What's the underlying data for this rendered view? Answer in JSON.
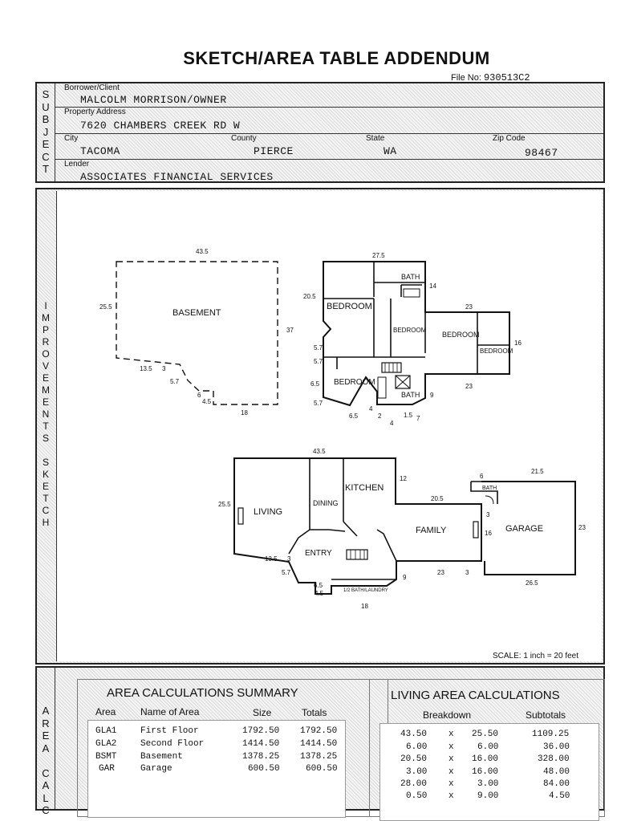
{
  "header": {
    "title": "SKETCH/AREA TABLE ADDENDUM",
    "file_no_label": "File No:",
    "file_no": "930513C2"
  },
  "subject": {
    "side_label": "S\nU\nB\nJ\nE\nC\nT",
    "borrower_label": "Borrower/Client",
    "borrower": "MALCOLM MORRISON/OWNER",
    "address_label": "Property Address",
    "address": "7620 CHAMBERS CREEK RD W",
    "city_label": "City",
    "city": "TACOMA",
    "county_label": "County",
    "county": "PIERCE",
    "state_label": "State",
    "state": "WA",
    "zip_label": "Zip Code",
    "zip": "98467",
    "lender_label": "Lender",
    "lender": "ASSOCIATES FINANCIAL SERVICES"
  },
  "sketch": {
    "side_label": "I\nM\nP\nR\nO\nV\nE\nM\nE\nN\nT\nS\n \nS\nK\nE\nT\nC\nH",
    "scale": "SCALE: 1 inch = 20 feet",
    "basement": {
      "name": "BASEMENT",
      "dims": [
        "43.5",
        "25.5",
        "37",
        "13.5",
        "3",
        "5.7",
        "6",
        "4.5",
        "18"
      ]
    },
    "second_floor": {
      "rooms": [
        "BATH",
        "BEDROOM",
        "BEDROOM",
        "BEDROOM",
        "BEDROOM",
        "BEDROOM",
        "BATH"
      ],
      "dims": [
        "27.5",
        "14",
        "20.5",
        "23",
        "16",
        "23",
        "5.7",
        "5.7",
        "6.5",
        "5.7",
        "9",
        "6.5",
        "4",
        "2",
        "1.5",
        "7",
        "4"
      ]
    },
    "first_floor": {
      "rooms": [
        "LIVING",
        "DINING",
        "KITCHEN",
        "FAMILY",
        "ENTRY",
        "1/2 BATH/LAUNDRY"
      ],
      "dims": [
        "43.5",
        "12",
        "20.5",
        "25.5",
        "13.5",
        "3",
        "5.7",
        "6.5",
        "4.5",
        "18",
        "9",
        "23",
        "3",
        "16",
        "3"
      ]
    },
    "garage": {
      "rooms": [
        "GARAGE",
        "BATH"
      ],
      "dims": [
        "6",
        "21.5",
        "23",
        "26.5",
        "16"
      ]
    }
  },
  "area_calc": {
    "side_label": "A\nR\nE\nA\n \nC\nA\nL\nC",
    "summary_title": "AREA CALCULATIONS SUMMARY",
    "summary_headers": [
      "Area",
      "Name of Area",
      "Size",
      "Totals"
    ],
    "summary_rows": [
      {
        "code": "GLA1",
        "name": "First Floor",
        "size": "1792.50",
        "total": "1792.50"
      },
      {
        "code": "GLA2",
        "name": "Second Floor",
        "size": "1414.50",
        "total": "1414.50"
      },
      {
        "code": "BSMT",
        "name": "Basement",
        "size": "1378.25",
        "total": "1378.25"
      },
      {
        "code": "GAR",
        "name": "Garage",
        "size": "600.50",
        "total": "600.50"
      }
    ],
    "living_title": "LIVING AREA CALCULATIONS",
    "living_headers": [
      "Breakdown",
      "Subtotals"
    ],
    "living_rows": [
      {
        "a": "43.50",
        "x": "x",
        "b": "25.50",
        "sub": "1109.25"
      },
      {
        "a": "6.00",
        "x": "x",
        "b": "6.00",
        "sub": "36.00"
      },
      {
        "a": "20.50",
        "x": "x",
        "b": "16.00",
        "sub": "328.00"
      },
      {
        "a": "3.00",
        "x": "x",
        "b": "16.00",
        "sub": "48.00"
      },
      {
        "a": "28.00",
        "x": "x",
        "b": "3.00",
        "sub": "84.00"
      },
      {
        "a": "0.50",
        "x": "x",
        "b": "9.00",
        "sub": "4.50"
      }
    ]
  }
}
